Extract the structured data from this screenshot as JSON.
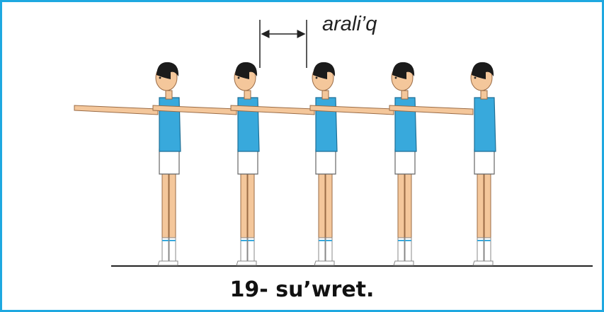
{
  "diagram": {
    "spacing_label": "arali’q",
    "caption": "19- su’wret.",
    "figure_count": 5,
    "colors": {
      "border": "#1ea8e0",
      "shirt": "#38a9dc",
      "skin": "#f4c79b",
      "hair": "#1b1b1b",
      "shorts": "#ffffff",
      "ground": "#222222"
    }
  }
}
